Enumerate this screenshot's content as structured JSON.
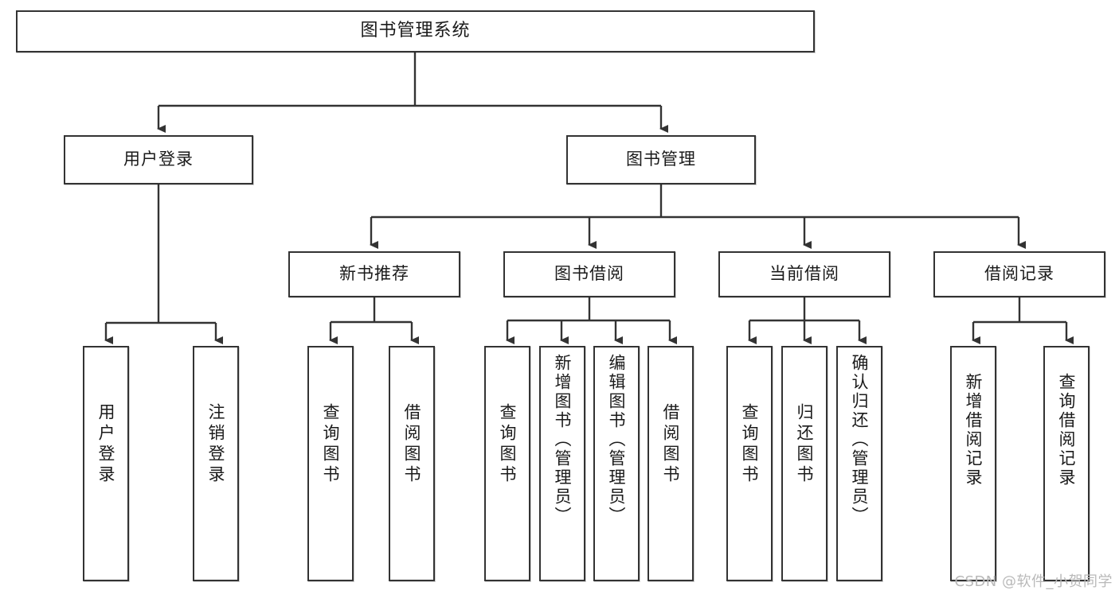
{
  "diagram": {
    "type": "tree-hierarchy-chart",
    "title": "图书管理系统",
    "line_color": "#333333",
    "box_fill": "#ffffff",
    "text_color": "#1a1a1a",
    "levels": 4,
    "nodes": {
      "root": {
        "label": "图书管理系统"
      },
      "level2": [
        {
          "id": "user-login",
          "label": "用户登录"
        },
        {
          "id": "book-management",
          "label": "图书管理"
        }
      ],
      "level3": [
        {
          "id": "new-book-recommend",
          "label": "新书推荐",
          "parent": "book-management"
        },
        {
          "id": "book-borrow",
          "label": "图书借阅",
          "parent": "book-management"
        },
        {
          "id": "current-borrow",
          "label": "当前借阅",
          "parent": "book-management"
        },
        {
          "id": "borrow-record",
          "label": "借阅记录",
          "parent": "book-management"
        }
      ],
      "leaves": [
        {
          "id": "leaf-user-login",
          "label": "用户登录",
          "parent": "user-login"
        },
        {
          "id": "leaf-logout-login",
          "label": "注销登录",
          "parent": "user-login"
        },
        {
          "id": "leaf-query-book-1",
          "label": "查询图书",
          "parent": "new-book-recommend"
        },
        {
          "id": "leaf-borrow-book-1",
          "label": "借阅图书",
          "parent": "new-book-recommend"
        },
        {
          "id": "leaf-query-book-2",
          "label": "查询图书",
          "parent": "book-borrow"
        },
        {
          "id": "leaf-add-book",
          "label": "新增图书（管理员）",
          "parent": "book-borrow"
        },
        {
          "id": "leaf-edit-book",
          "label": "编辑图书（管理员）",
          "parent": "book-borrow"
        },
        {
          "id": "leaf-borrow-book-2",
          "label": "借阅图书",
          "parent": "book-borrow"
        },
        {
          "id": "leaf-query-book-3",
          "label": "查询图书",
          "parent": "current-borrow"
        },
        {
          "id": "leaf-return-book",
          "label": "归还图书",
          "parent": "current-borrow"
        },
        {
          "id": "leaf-confirm-return",
          "label": "确认归还（管理员）",
          "parent": "current-borrow"
        },
        {
          "id": "leaf-add-record",
          "label": "新增借阅记录",
          "parent": "borrow-record"
        },
        {
          "id": "leaf-query-record",
          "label": "查询借阅记录",
          "parent": "borrow-record"
        }
      ]
    }
  },
  "watermark": {
    "text": "CSDN @软件_小贺同学"
  }
}
